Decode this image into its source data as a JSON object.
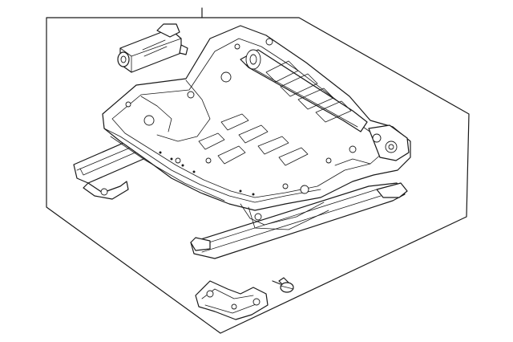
{
  "diagram": {
    "callouts": [
      {
        "id": "1",
        "label": ""
      }
    ],
    "parts": [
      {
        "id": "seat-frame-assembly",
        "icon": "seat-frame-icon"
      },
      {
        "id": "power-motor",
        "icon": "motor-icon"
      },
      {
        "id": "left-track-rail",
        "icon": "rail-icon"
      },
      {
        "id": "right-track-rail",
        "icon": "rail-icon"
      },
      {
        "id": "mounting-bracket",
        "icon": "bracket-icon"
      },
      {
        "id": "bolt",
        "icon": "bolt-icon"
      }
    ],
    "colors": {
      "line": "#1a1a1a",
      "background": "#ffffff"
    }
  }
}
